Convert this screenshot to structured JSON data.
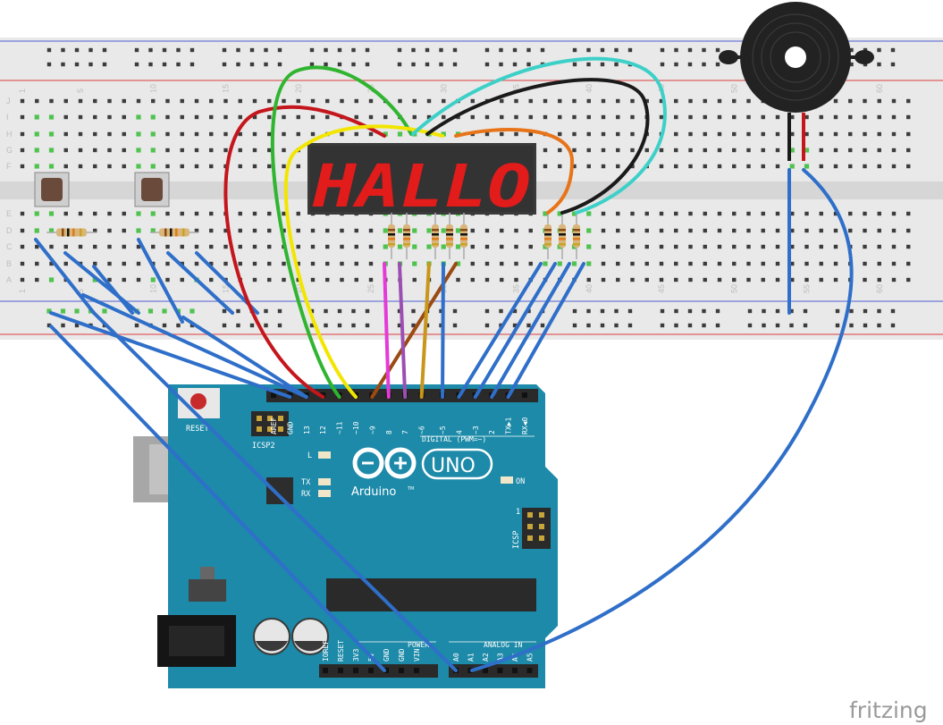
{
  "breadboard": {
    "row_letters_top": [
      "J",
      "I",
      "H",
      "G",
      "F"
    ],
    "row_letters_bottom": [
      "E",
      "D",
      "C",
      "B",
      "A"
    ],
    "column_numbers": [
      "1",
      "5",
      "10",
      "15",
      "20",
      "25",
      "30",
      "35",
      "40",
      "45",
      "50",
      "55",
      "60"
    ]
  },
  "display": {
    "text": "HALLO",
    "segment_color": "#e21b1b"
  },
  "arduino": {
    "board_color": "#1c8aa8",
    "logo_text": "Arduino",
    "logo_tm": "TM",
    "model": "UNO",
    "reset_label": "RESET",
    "icsp2_label": "ICSP2",
    "icsp_label": "ICSP",
    "icsp_pin1": "1",
    "led_l": "L",
    "led_tx": "TX",
    "led_rx": "RX",
    "on_label": "ON",
    "digital_label": "DIGITAL (PWM=~)",
    "power_label": "POWER",
    "analog_label": "ANALOG IN",
    "digital_pins": [
      "AREF",
      "GND",
      "13",
      "12",
      "~11",
      "~10",
      "~9",
      "8",
      "7",
      "~6",
      "~5",
      "4",
      "~3",
      "2",
      "TX▶1",
      "RX◀0"
    ],
    "power_pins": [
      "IOREF",
      "RESET",
      "3V3",
      "5V",
      "GND",
      "GND",
      "VIN"
    ],
    "analog_pins": [
      "A0",
      "A1",
      "A2",
      "A3",
      "A4",
      "A5"
    ]
  },
  "wire_colors": {
    "blue": "#2f6fc9",
    "red": "#c4161c",
    "green": "#2fb52f",
    "yellow": "#f2e600",
    "black": "#1a1a1a",
    "cyan": "#3dd0c8",
    "orange": "#e8741a",
    "magenta": "#e33ad8",
    "purple": "#9b4fb2",
    "gold": "#c8961a",
    "brown": "#9b4a12"
  },
  "watermark": "fritzing"
}
